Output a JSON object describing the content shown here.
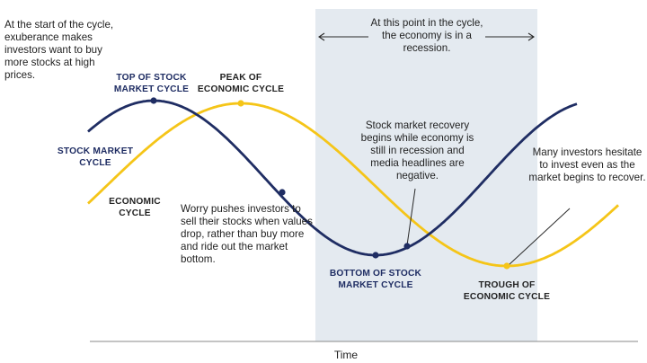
{
  "recession_note": "At this point in the cycle, the economy is in a recession.",
  "start_note": "At the start of the cycle, exuberance makes investors want to buy more stocks at high prices.",
  "top_stock_label": "TOP OF STOCK MARKET CYCLE",
  "peak_econ_label": "PEAK OF ECONOMIC CYCLE",
  "stock_cycle_label": "STOCK MARKET CYCLE",
  "econ_cycle_label": "ECONOMIC CYCLE",
  "worry_note": "Worry pushes investors to sell their stocks when values drop, rather than buy more and ride out the market bottom.",
  "recovery_note": "Stock market recovery begins while economy is still in recession and media headlines are negative.",
  "hesitate_note": "Many investors hesitate to invest even as the market begins to recover.",
  "bottom_stock_label": "BOTTOM OF STOCK MARKET CYCLE",
  "trough_econ_label": "TROUGH OF ECONOMIC CYCLE",
  "x_axis_label": "Time",
  "colors": {
    "stock_curve": "#1f2d63",
    "economic_curve": "#f5c518",
    "recession_band": "#e4eaf0",
    "axis": "#8a8a8a"
  }
}
